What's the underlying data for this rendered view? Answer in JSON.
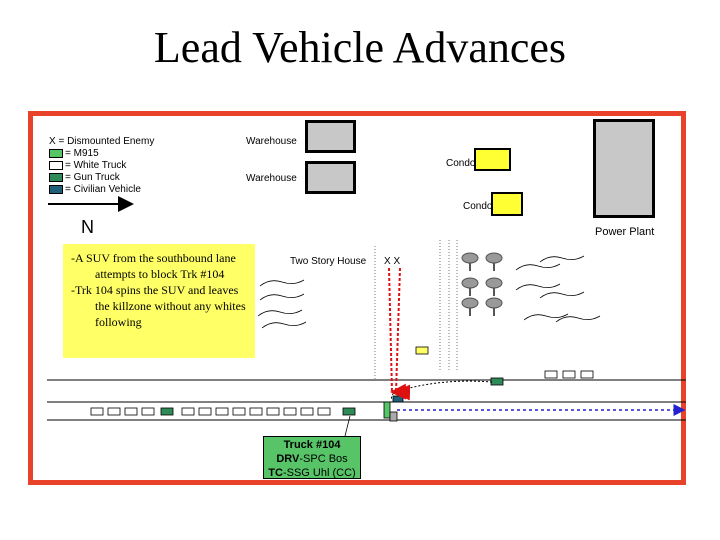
{
  "title": "Lead Vehicle Advances",
  "legend": {
    "dismounted": "X = Dismounted Enemy",
    "m915": "= M915",
    "white_truck": "= White Truck",
    "gun_truck": "= Gun Truck",
    "civilian": "= Civilian Vehicle"
  },
  "labels": {
    "warehouse_1": "Warehouse",
    "warehouse_2": "Warehouse",
    "condo_1": "Condo",
    "condo_2": "Condo",
    "power_plant": "Power Plant",
    "north": "N",
    "two_story_house": "Two Story House",
    "x_marks": "X  X"
  },
  "note": {
    "line_1": "-A SUV from the southbound lane attempts to block Trk #104",
    "line_2": "-Trk 104 spins the SUV and leaves the killzone without any whites following"
  },
  "callout": {
    "line_1": "Truck #104",
    "drv_label": "DRV",
    "drv_name": "-SPC Bos",
    "tc_label": "TC",
    "tc_name": "-SSG Uhl (CC)"
  },
  "colors": {
    "frame": "#e8432a",
    "gun_truck": "#2e8b57",
    "m915": "#58c468",
    "civilian": "#1f5f7a",
    "note_bg": "#ffff66",
    "condo": "#ffff33",
    "route_blue": "#2222cc",
    "fire_red": "#dd1111"
  }
}
